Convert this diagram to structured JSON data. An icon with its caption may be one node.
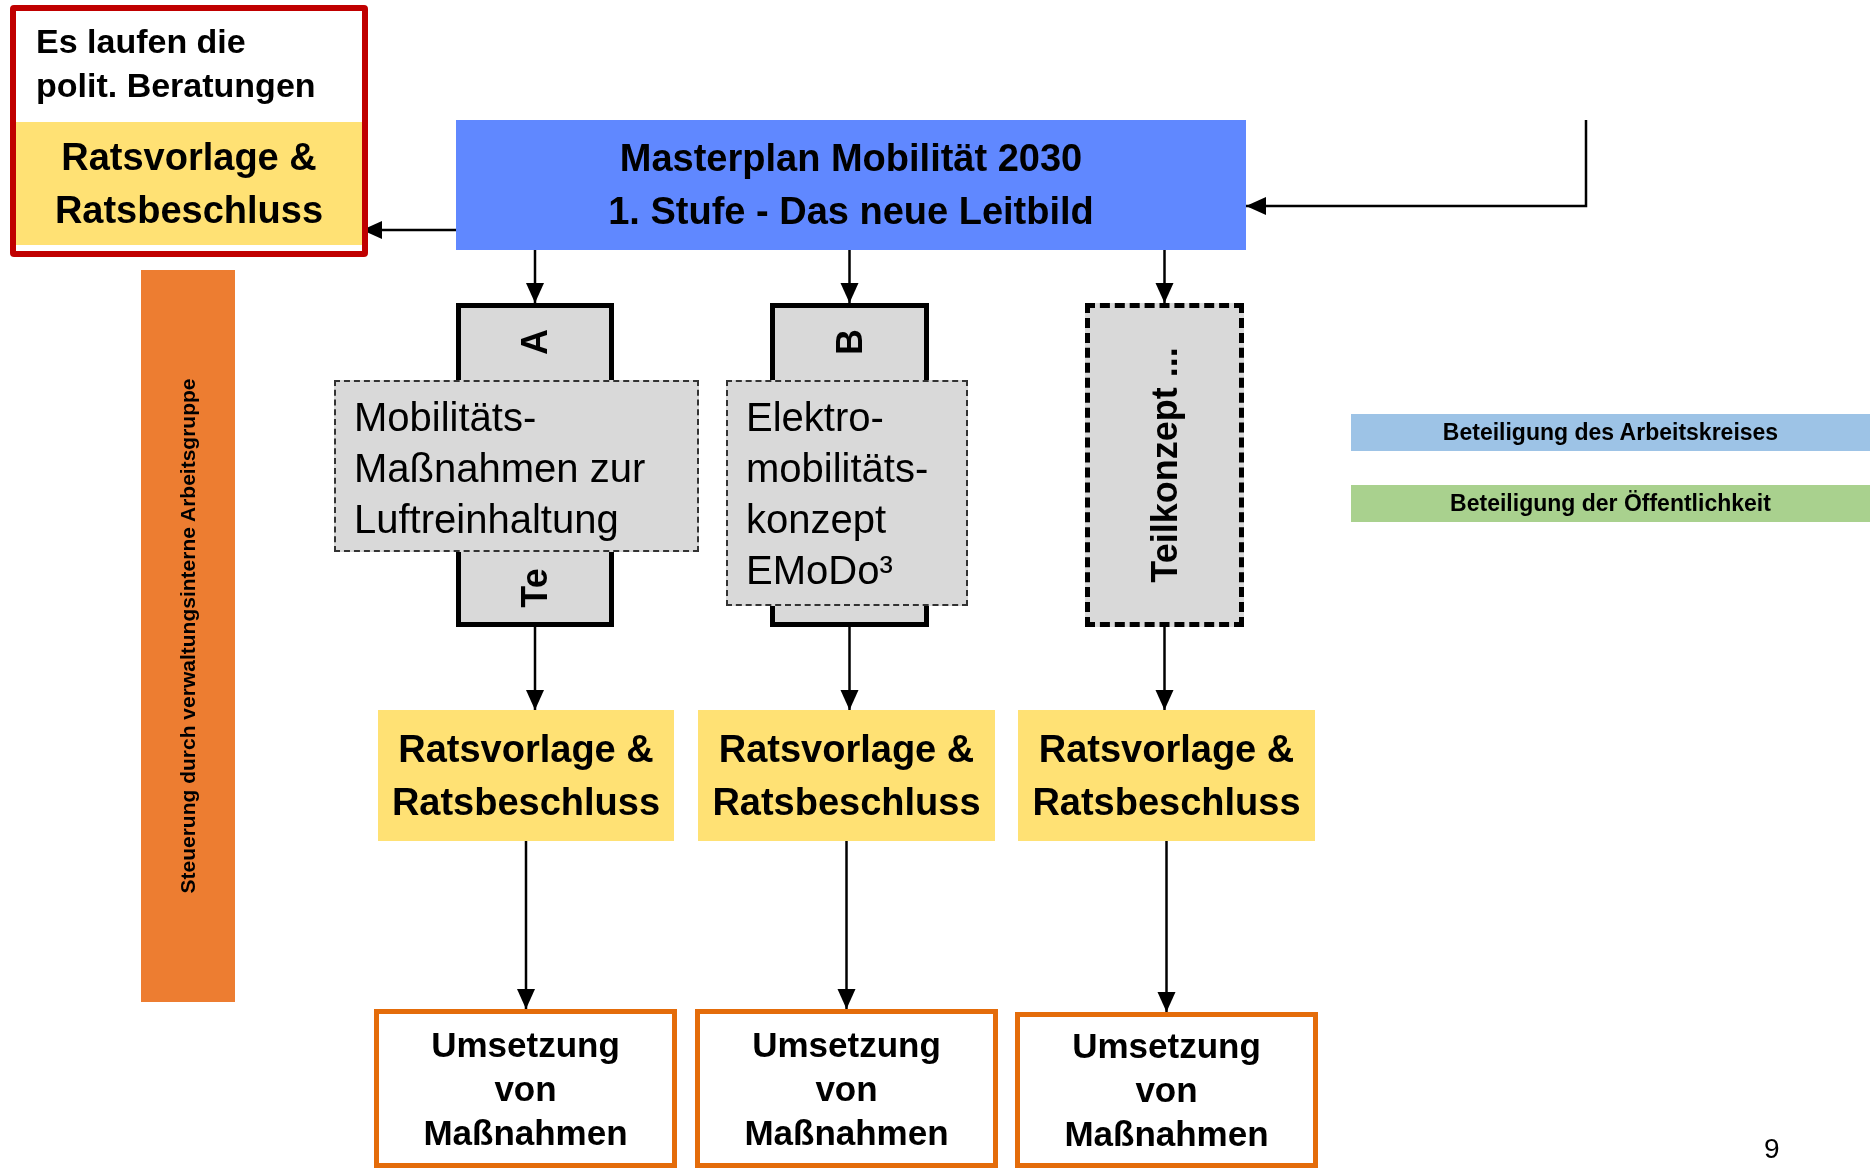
{
  "diagram": {
    "nodes": [
      {
        "text": [
          "Es laufen die polit. Beratungen"
        ]
      },
      {
        "text": [
          "Ratsvorlage & Ratsbeschluss"
        ],
        "in": 0
      },
      {
        "text": [
          "Masterplan Mobilität 2030",
          "1. Stufe - Das neue Leitbild"
        ]
      },
      {
        "text": [
          "Steuerung durch verwaltungsinterne Arbeitsgruppe"
        ]
      },
      {
        "text": [
          "A"
        ]
      },
      {
        "text": [
          "Te"
        ]
      },
      {
        "text": [
          "Mobilitäts- Maßnahmen zur Luftreinhaltung"
        ]
      },
      {
        "text": [
          "B"
        ]
      },
      {
        "text": [],
        "shape": "box"
      },
      {
        "text": [
          "Elektro- mobilitäts- konzept EMoDo³"
        ]
      },
      {
        "text": [
          "Teilkonzept ..."
        ]
      },
      {
        "text": [
          "Ratsvorlage & Ratsbeschluss"
        ]
      },
      {
        "text": [
          "Ratsvorlage & Ratsbeschluss"
        ]
      },
      {
        "text": [
          "Ratsvorlage & Ratsbeschluss"
        ]
      },
      {
        "text": [
          "Umsetzung von Maßnahmen"
        ]
      },
      {
        "text": [
          "Umsetzung von Maßnahmen"
        ]
      },
      {
        "text": [
          "Umsetzung von Maßnahmen"
        ]
      }
    ],
    "edges": [
      {
        "from": 2,
        "to": 1,
        "arrow": "to"
      },
      {
        "from": null,
        "to": 2,
        "arrow": "to"
      },
      {
        "from": 2,
        "to": 4,
        "arrow": "to"
      },
      {
        "from": 2,
        "to": 7,
        "arrow": "to"
      },
      {
        "from": 2,
        "to": 10,
        "arrow": "to"
      },
      {
        "from": 5,
        "to": 11,
        "arrow": "to"
      },
      {
        "from": 8,
        "to": 12,
        "arrow": "to"
      },
      {
        "from": 10,
        "to": 13,
        "arrow": "to"
      },
      {
        "from": 11,
        "to": 14,
        "arrow": "to"
      },
      {
        "from": 12,
        "to": 15,
        "arrow": "to"
      },
      {
        "from": 13,
        "to": 16,
        "arrow": "to"
      }
    ],
    "labels": [
      "9"
    ],
    "legend": [
      {
        "text": "Beteiligung des Arbeitskreises",
        "color": "#9dc3e6"
      },
      {
        "text": "Beteiligung der Öffentlichkeit",
        "color": "#a9d18e"
      }
    ]
  }
}
